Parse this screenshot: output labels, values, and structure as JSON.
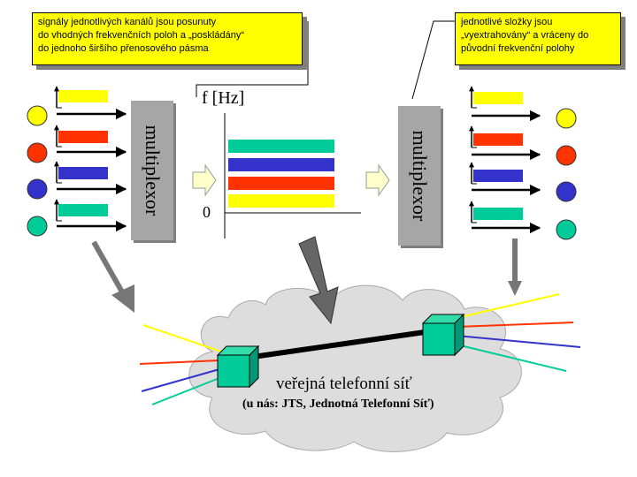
{
  "callouts": {
    "left": {
      "line1": "signály jednotlivých kanálů jsou posunuty",
      "line2": "do vhodných frekvenčních poloh a „poskládány“",
      "line3": "do jednoho širšího přenosového pásma"
    },
    "right": {
      "line1": "jednotlivé složky jsou",
      "line2": "„vyextrahovány“ a vráceny do",
      "line3": "původní frekvenční polohy"
    }
  },
  "multiplexor_left": "multiplexor",
  "multiplexor_right": "multiplexor",
  "freq_axis": {
    "ylabel": "f [Hz]",
    "zero": "0"
  },
  "network": {
    "title": "veřejná telefonní síť",
    "subtitle": "(u nás: JTS, Jednotná Telefonní Síť)"
  },
  "colors": {
    "yellow": "#ffff00",
    "red": "#ff3300",
    "blue": "#3333cc",
    "teal": "#00cc99",
    "cube": "#00cc99",
    "mux_gray": "#a6a6a6",
    "cloud": "#dddddd"
  }
}
